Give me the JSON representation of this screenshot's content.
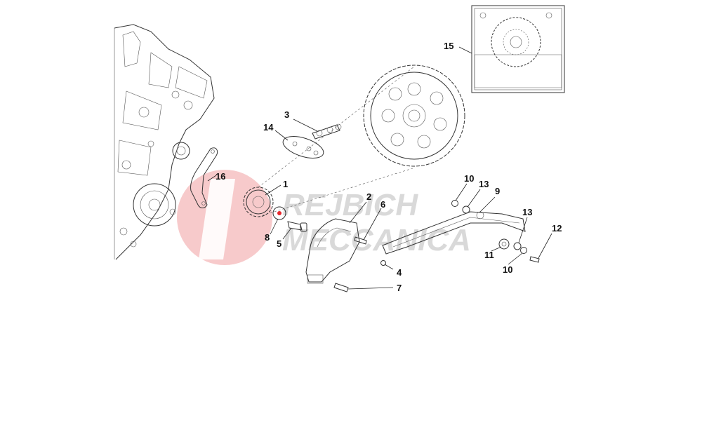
{
  "watermark": {
    "line1": "REJBICH",
    "line2": "MECCANICA",
    "accent_color": "#e8262b",
    "text_color": "#d6d6d6"
  },
  "labels": [
    {
      "id": "label-1",
      "text": "1"
    },
    {
      "id": "label-2",
      "text": "2"
    },
    {
      "id": "label-3",
      "text": "3"
    },
    {
      "id": "label-4",
      "text": "4"
    },
    {
      "id": "label-5",
      "text": "5"
    },
    {
      "id": "label-6",
      "text": "6"
    },
    {
      "id": "label-7",
      "text": "7"
    },
    {
      "id": "label-8",
      "text": "8"
    },
    {
      "id": "label-9",
      "text": "9"
    },
    {
      "id": "label-10a",
      "text": "10"
    },
    {
      "id": "label-10b",
      "text": "10"
    },
    {
      "id": "label-11",
      "text": "11"
    },
    {
      "id": "label-12",
      "text": "12"
    },
    {
      "id": "label-13a",
      "text": "13"
    },
    {
      "id": "label-13b",
      "text": "13"
    },
    {
      "id": "label-14",
      "text": "14"
    },
    {
      "id": "label-15",
      "text": "15"
    },
    {
      "id": "label-16",
      "text": "16"
    }
  ]
}
